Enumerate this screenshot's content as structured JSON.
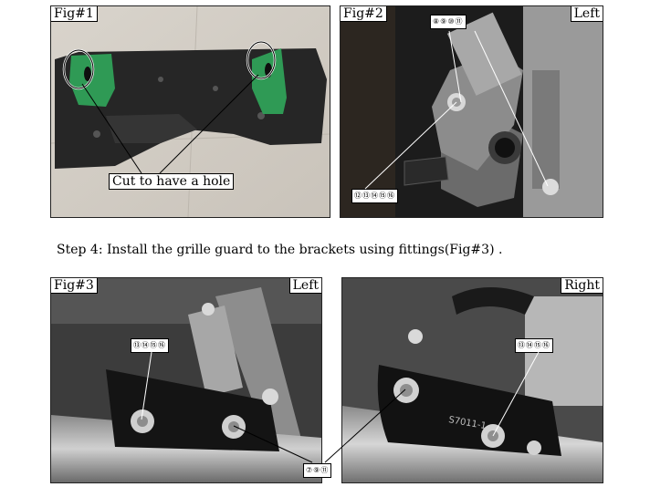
{
  "fig1": {
    "label": "Fig#1",
    "callout": "Cut to have a hole"
  },
  "fig2": {
    "label": "Fig#2",
    "side": "Left",
    "nums_top": "⑧⑨⑩⑪",
    "nums_bottom": "⑫⑬⑭⑮⑯"
  },
  "step4": {
    "text": "Step 4: Install  the grille guard  to the brackets using fittings(Fig#3) ."
  },
  "fig3_left": {
    "label": "Fig#3",
    "side": "Left",
    "nums": "⑬⑭⑮⑯"
  },
  "fig3_right": {
    "side": "Right",
    "nums": "⑬⑭⑮⑯",
    "bracket_stamp": "S7011-1"
  },
  "fig3_shared": {
    "nums": "⑦⑨⑪"
  }
}
